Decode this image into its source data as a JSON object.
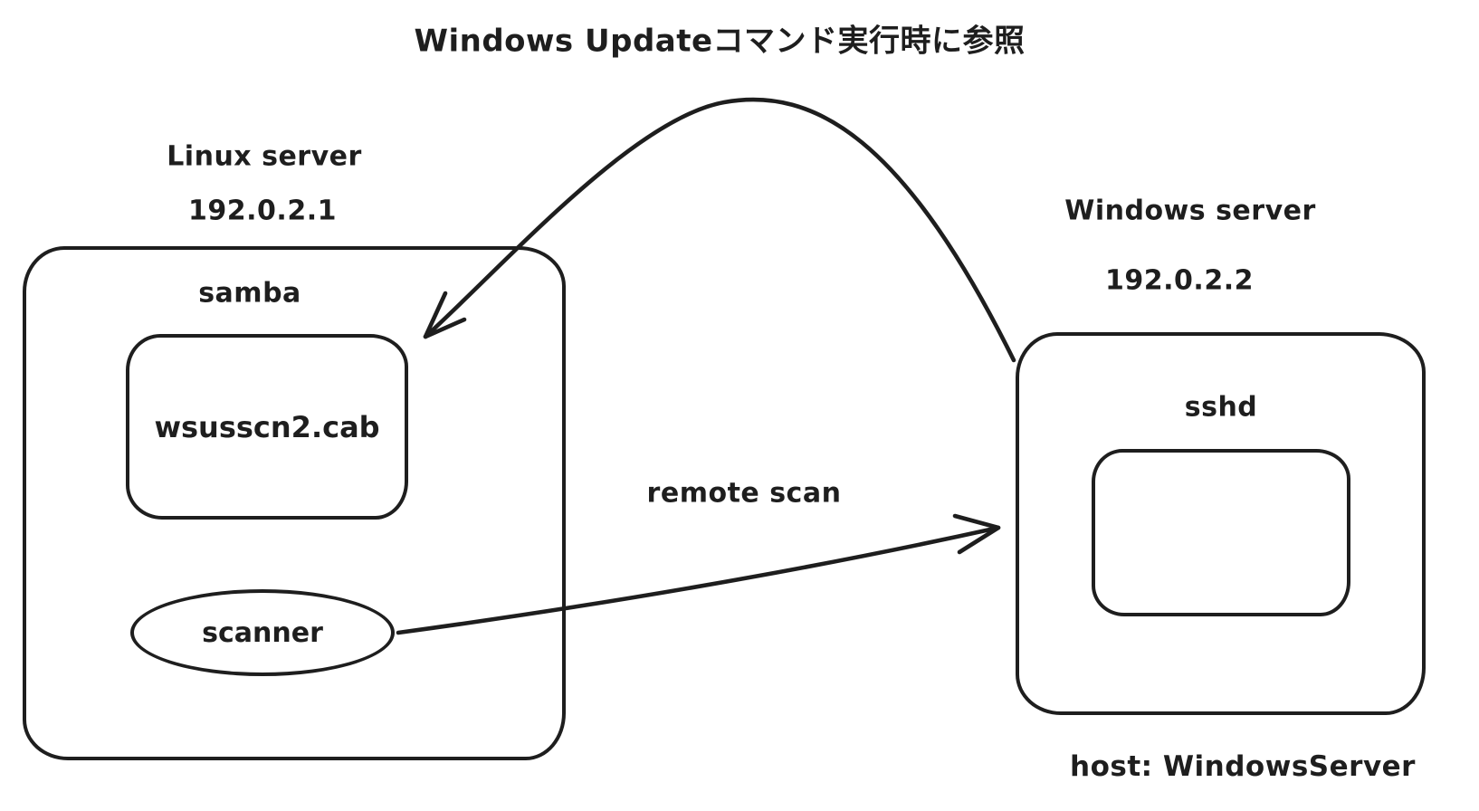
{
  "canvas": {
    "background": "#ffffff",
    "stroke_color": "#1e1e1e"
  },
  "nodes": {
    "linux_server": {
      "title": "Linux server",
      "ip": "192.0.2.1",
      "samba": {
        "label": "samba",
        "file_box": {
          "label": "wsusscn2.cab"
        }
      },
      "scanner": {
        "label": "scanner"
      }
    },
    "windows_server": {
      "title": "Windows server",
      "ip": "192.0.2.2",
      "sshd": {
        "label": "sshd"
      },
      "host_caption": "host: WindowsServer"
    }
  },
  "arrows": {
    "windows_update": {
      "label": "Windows Updateコマンド実行時に参照",
      "from": "Windows server",
      "to": "samba"
    },
    "remote_scan": {
      "label": "remote scan",
      "from": "scanner",
      "to": "Windows server"
    }
  }
}
